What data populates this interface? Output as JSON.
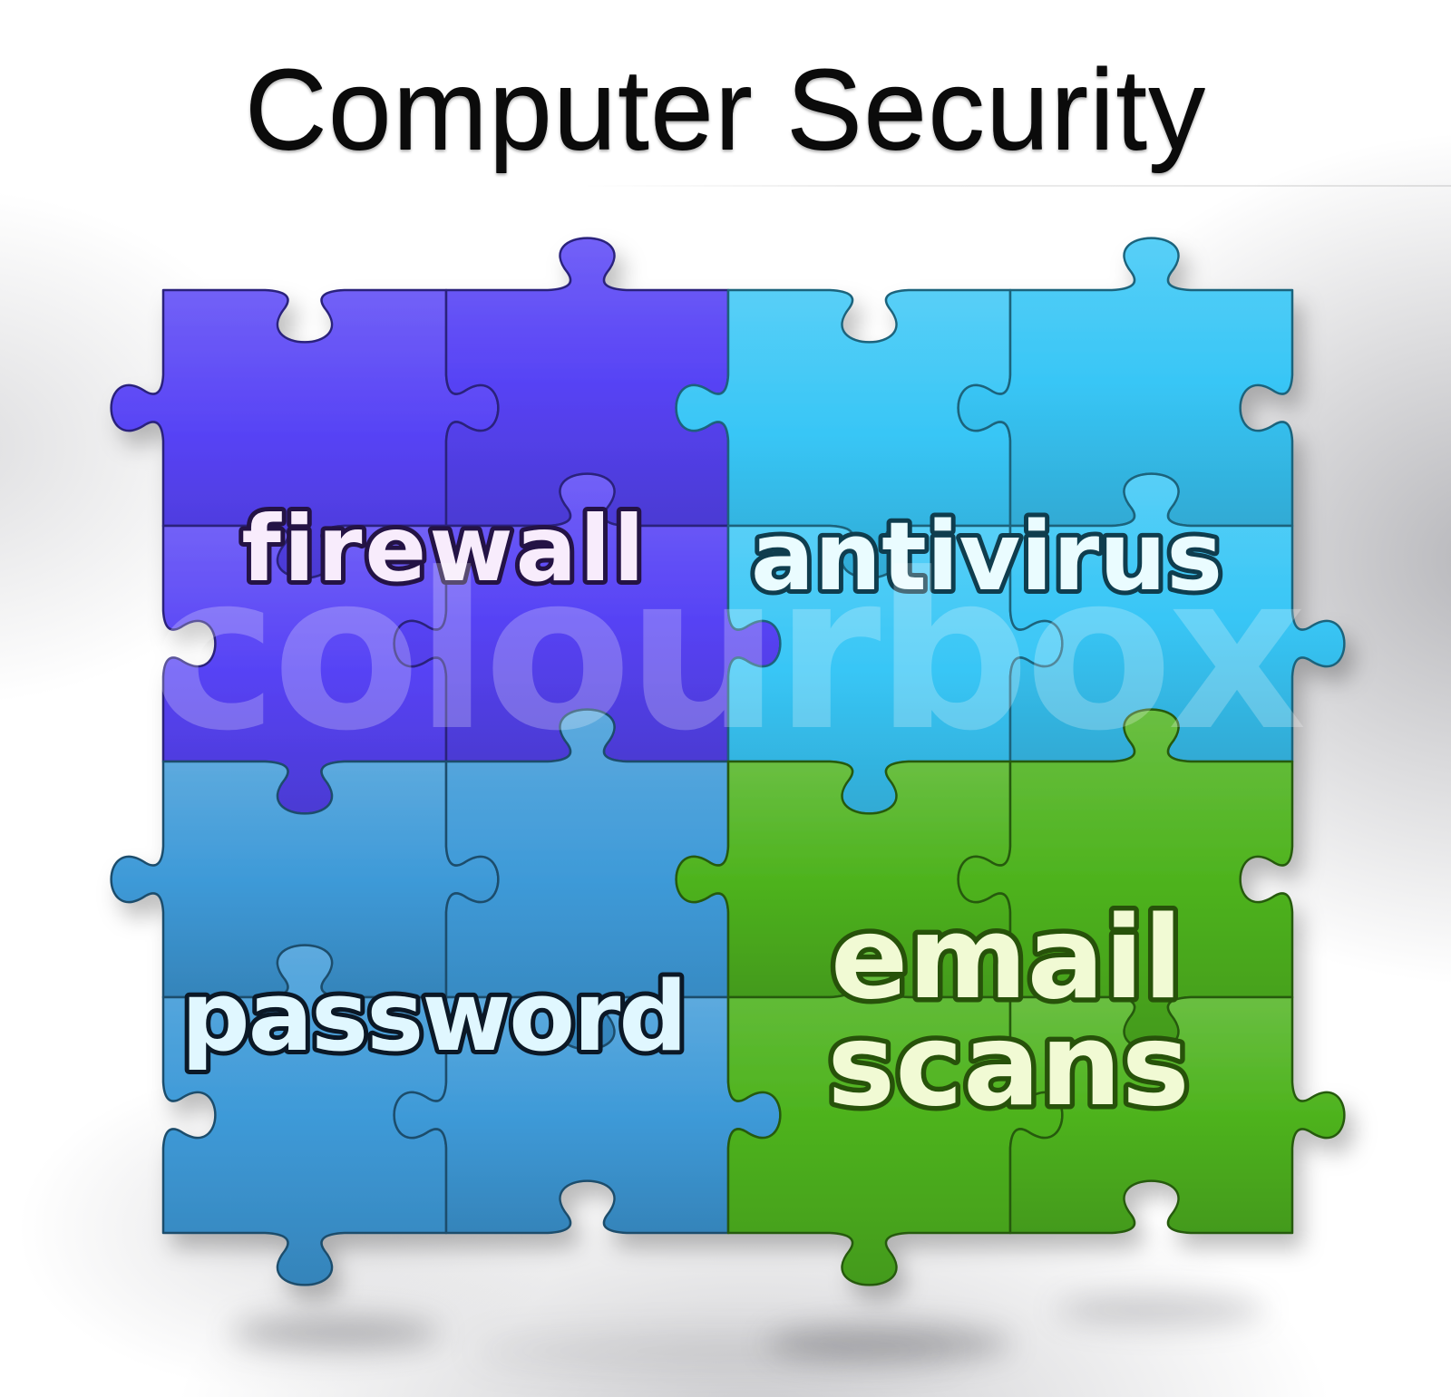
{
  "title": "Computer Security",
  "watermark": "colourbox",
  "puzzle": {
    "description": "four-quadrant jigsaw puzzle",
    "quadrants": [
      {
        "id": "firewall",
        "position": "top-left",
        "label": "firewall",
        "color": "#5743f5",
        "text_color": "#f8ecfc",
        "outline_color": "#241345"
      },
      {
        "id": "antivirus",
        "position": "top-right",
        "label": "antivirus",
        "color": "#38c6f6",
        "text_color": "#eafcff",
        "outline_color": "#0f3d4e"
      },
      {
        "id": "password",
        "position": "bottom-left",
        "label": "password",
        "color": "#3e9ad8",
        "text_color": "#e0f7ff",
        "outline_color": "#0b1826"
      },
      {
        "id": "email-scans",
        "position": "bottom-right",
        "label": "email scans",
        "label_line1": "email",
        "label_line2": "scans",
        "color": "#4eb31e",
        "text_color": "#f1fad4",
        "outline_color": "#27520a"
      }
    ]
  }
}
